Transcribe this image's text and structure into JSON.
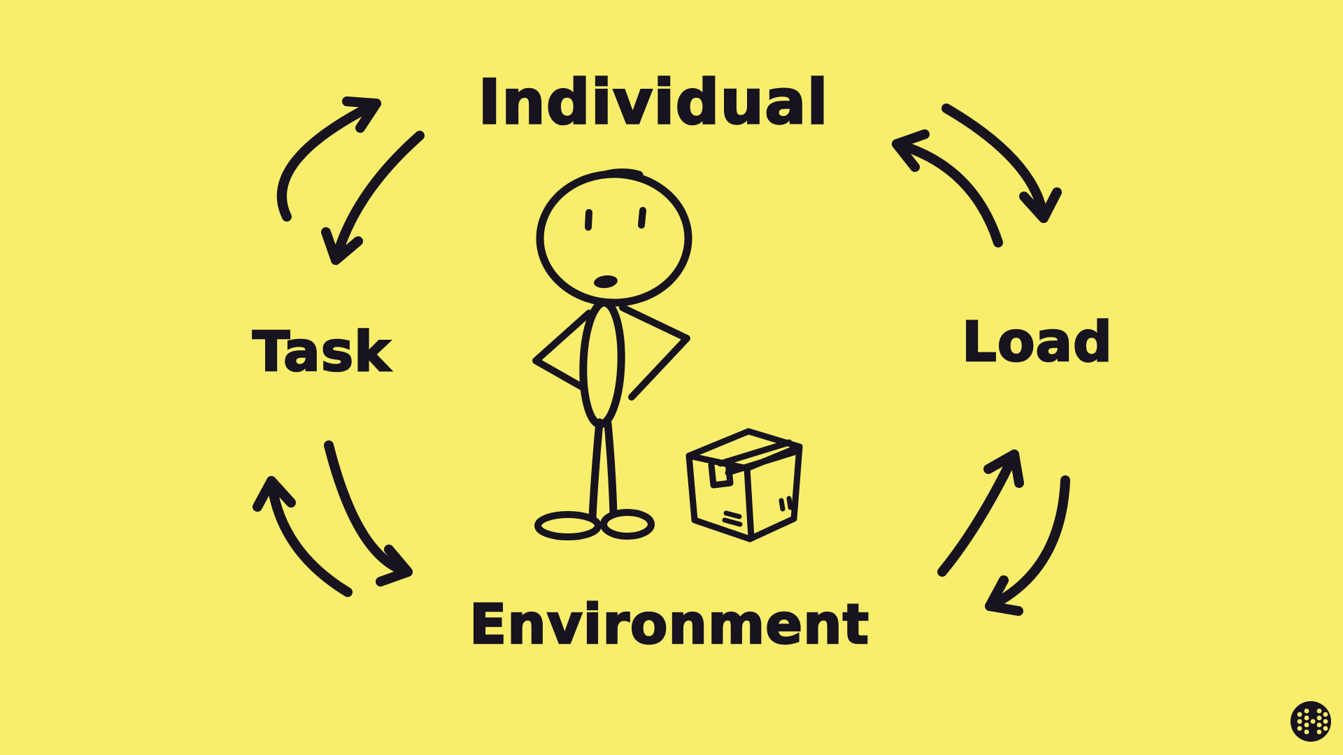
{
  "canvas": {
    "background_color": "#F8EE6B",
    "ink_color": "#17131F"
  },
  "diagram": {
    "type": "cycle",
    "style": "hand-drawn",
    "nodes": [
      {
        "id": "individual",
        "label": "Individual",
        "position": "top"
      },
      {
        "id": "load",
        "label": "Load",
        "position": "right"
      },
      {
        "id": "environment",
        "label": "Environment",
        "position": "bottom"
      },
      {
        "id": "task",
        "label": "Task",
        "position": "left"
      }
    ],
    "connections": [
      {
        "from": "task",
        "to": "individual",
        "bidirectional": true
      },
      {
        "from": "individual",
        "to": "load",
        "bidirectional": true
      },
      {
        "from": "load",
        "to": "environment",
        "bidirectional": true
      },
      {
        "from": "environment",
        "to": "task",
        "bidirectional": true
      }
    ],
    "center_illustration": [
      "stick-figure-person",
      "cardboard-box"
    ]
  },
  "labels": {
    "individual": "Individual",
    "task": "Task",
    "load": "Load",
    "environment": "Environment"
  },
  "logo": {
    "name": "dots-circle-logo"
  }
}
